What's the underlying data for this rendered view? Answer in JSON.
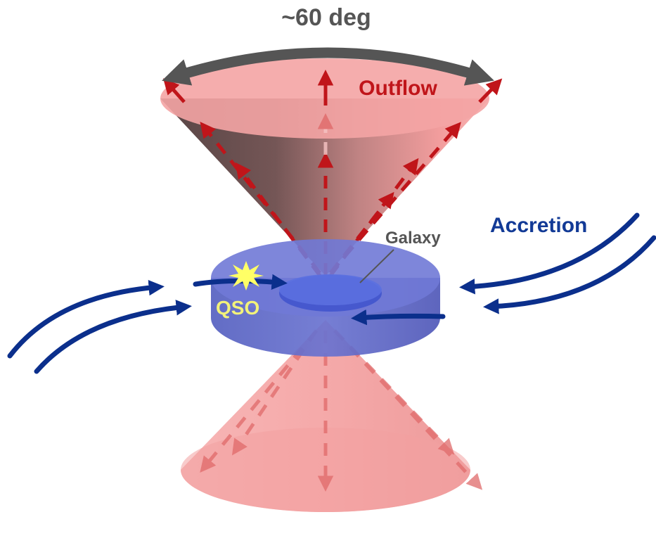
{
  "labels": {
    "angle": "~60 deg",
    "outflow": "Outflow",
    "accretion": "Accretion",
    "galaxy": "Galaxy",
    "qso": "QSO"
  },
  "colors": {
    "cone_fill": "#f08a8a",
    "cone_rim": "#f6b3b3",
    "cone_shadow": "#4d3030",
    "outflow_arrow": "#c0151a",
    "outflow_text": "#c0151a",
    "accretion_arrow": "#0b2f8c",
    "accretion_text": "#123a96",
    "disk_top": "#6f79d6",
    "disk_side": "#5b63c6",
    "galaxy_core": "#4c5fd6",
    "qso_star": "#ffff66",
    "qso_text": "#f2f27a",
    "angle_arc": "#555555",
    "galaxy_text": "#555555"
  },
  "icons": {
    "qso_marker": "star-burst-icon",
    "outflow_arrows": "arrow-icon",
    "accretion_flows": "curved-arrow-icon"
  }
}
